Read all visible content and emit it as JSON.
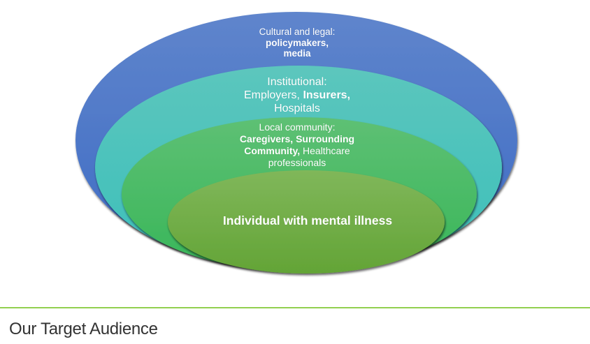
{
  "title": "Our Target Audience",
  "colors": {
    "outer_top": "#5f85cc",
    "outer_bottom": "#3e6bc4",
    "institutional_top": "#5cc6bd",
    "institutional_bottom": "#3bbfba",
    "local_top": "#5ec074",
    "local_bottom": "#38b659",
    "individual_top": "#80b75a",
    "individual_bottom": "#63a436",
    "divider": "#92d050",
    "title_text": "#333333",
    "label_text": "#ffffff"
  },
  "layers": [
    {
      "id": "cultural-legal",
      "heading": "Cultural and legal:",
      "line2": "policymakers,",
      "line3": "media"
    },
    {
      "id": "institutional",
      "heading": "Institutional:",
      "line2_regular": "Employers,",
      "line2_bold": "Insurers,",
      "line3": "Hospitals"
    },
    {
      "id": "local-community",
      "heading": "Local community:",
      "line2": "Caregivers, Surrounding",
      "line3_bold": "Community,",
      "line3_regular": "Healthcare",
      "line4": "professionals"
    },
    {
      "id": "individual",
      "heading": "Individual with mental illness"
    }
  ]
}
